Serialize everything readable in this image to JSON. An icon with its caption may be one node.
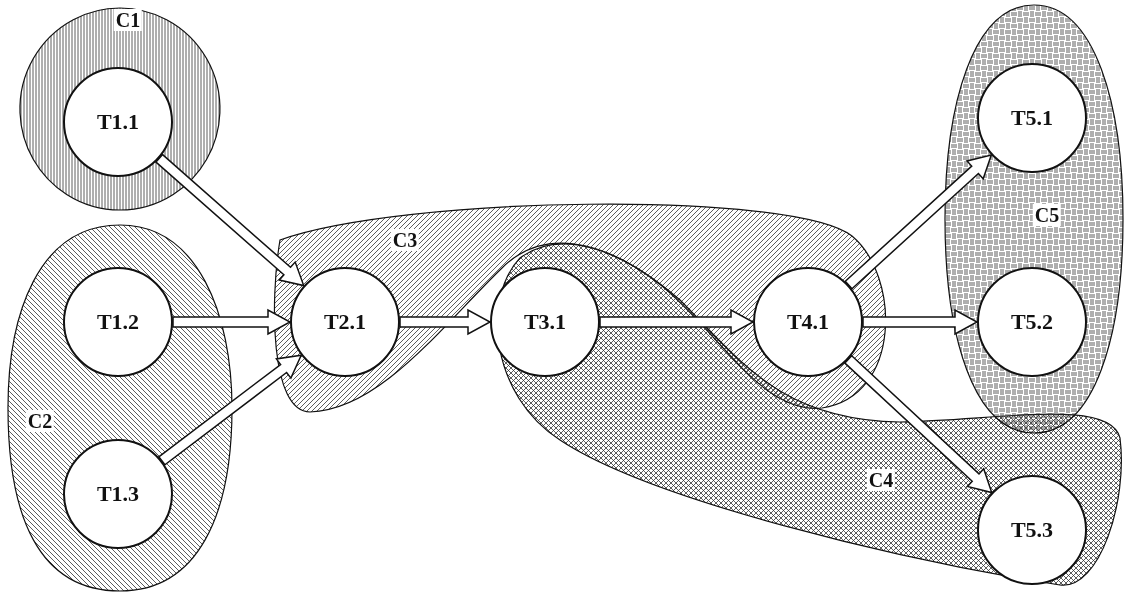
{
  "diagram": {
    "nodes": [
      {
        "text": [
          "C1"
        ]
      },
      {
        "text": [
          "T1.1"
        ],
        "in": 0
      },
      {
        "text": [
          "C2"
        ]
      },
      {
        "text": [
          "T1.2"
        ],
        "in": 2
      },
      {
        "text": [
          "T1.3"
        ],
        "in": 2
      },
      {
        "text": [
          "C3"
        ]
      },
      {
        "text": [
          "T2.1"
        ],
        "in": 5
      },
      {
        "text": [
          "T3.1"
        ]
      },
      {
        "text": [
          "T4.1"
        ],
        "in": 5
      },
      {
        "text": [
          "C4"
        ]
      },
      {
        "text": [
          "T5.3"
        ],
        "in": 9
      },
      {
        "text": [
          "C5"
        ]
      },
      {
        "text": [
          "T5.1"
        ],
        "in": 11
      },
      {
        "text": [
          "T5.2"
        ],
        "in": 11
      }
    ],
    "edges": [
      {
        "from": 1,
        "to": 6,
        "arrow": "to"
      },
      {
        "from": 3,
        "to": 6,
        "arrow": "to"
      },
      {
        "from": 4,
        "to": 6,
        "arrow": "to"
      },
      {
        "from": 6,
        "to": 7,
        "arrow": "to"
      },
      {
        "from": 7,
        "to": 8,
        "arrow": "to"
      },
      {
        "from": 8,
        "to": 12,
        "arrow": "to"
      },
      {
        "from": 8,
        "to": 13,
        "arrow": "to"
      },
      {
        "from": 8,
        "to": 10,
        "arrow": "to"
      }
    ]
  }
}
